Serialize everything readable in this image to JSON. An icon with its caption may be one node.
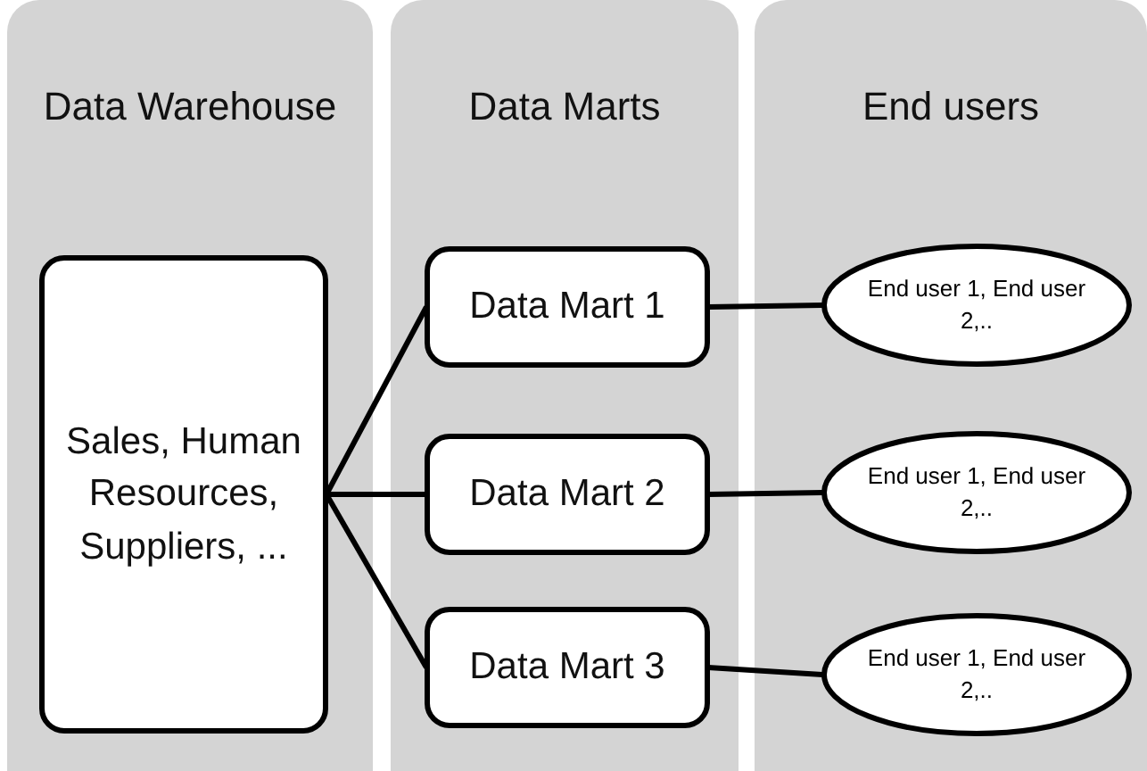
{
  "diagram": {
    "nodes": [
      {
        "text": [
          "Data Warehouse"
        ]
      },
      {
        "text": [
          "Sales, Human Resources, Suppliers, ..."
        ],
        "in": 0
      },
      {
        "text": [
          "Data Marts"
        ]
      },
      {
        "text": [
          "Data Mart 1"
        ],
        "in": 2
      },
      {
        "text": [
          "Data Mart 2"
        ],
        "in": 2
      },
      {
        "text": [
          "Data Mart 3"
        ],
        "in": 2
      },
      {
        "text": [
          "End users"
        ]
      },
      {
        "text": [
          "End user 1, End user 2,.."
        ],
        "in": 6
      },
      {
        "text": [
          "End user 1, End user 2,.."
        ],
        "in": 6
      },
      {
        "text": [
          "End user 1, End user 2,.."
        ],
        "in": 6
      }
    ],
    "edges": [
      {
        "from": 1,
        "to": 3,
        "arrow": "none"
      },
      {
        "from": 1,
        "to": 4,
        "arrow": "none"
      },
      {
        "from": 1,
        "to": 5,
        "arrow": "none"
      },
      {
        "from": 3,
        "to": 7,
        "arrow": "none"
      },
      {
        "from": 4,
        "to": 8,
        "arrow": "none"
      },
      {
        "from": 5,
        "to": 9,
        "arrow": "none"
      }
    ]
  }
}
